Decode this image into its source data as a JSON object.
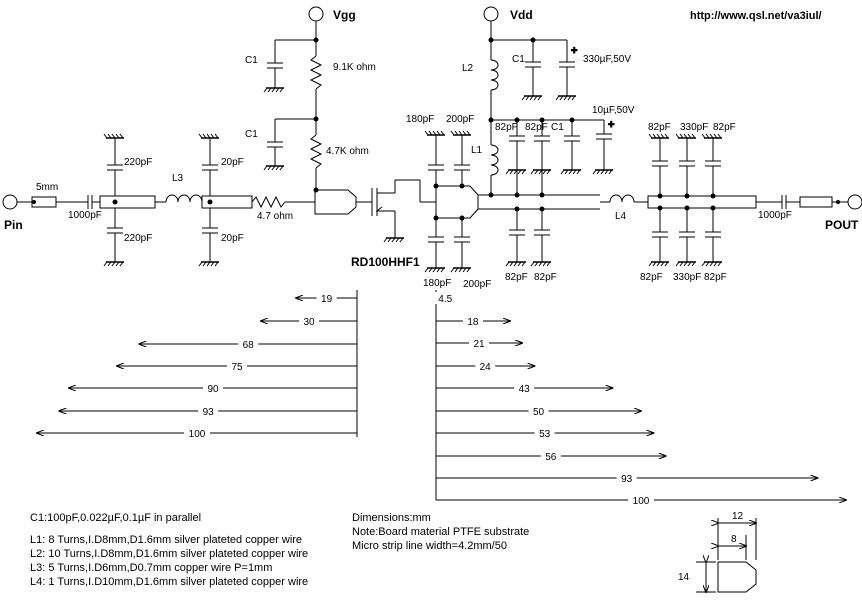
{
  "header": {
    "url": "http://www.qsl.net/va3iul/"
  },
  "nodes": {
    "vgg": "Vgg",
    "vdd": "Vdd",
    "pin": "Pin",
    "pout": "POUT"
  },
  "components": {
    "c1_gate_top": "C1",
    "r_9k1": "9.1K ohm",
    "c1_gate_bot": "C1",
    "r_4k7": "4.7K ohm",
    "len_5mm": "5mm",
    "c_in_1000": "1000pF",
    "c_in_220_top": "220pF",
    "c_in_220_bot": "220pF",
    "l3": "L3",
    "c_20_top": "20pF",
    "c_20_bot": "20pF",
    "r_4_7": "4.7 ohm",
    "transistor": "RD100HHF1",
    "c_180_top": "180pF",
    "c_200_top": "200pF",
    "c_180_bot": "180pF",
    "c_200_bot": "200pF",
    "l2": "L2",
    "c1_drain": "C1",
    "c_330u": "330µF,50V",
    "c_10u": "10µF,50V",
    "l1": "L1",
    "c_82_a": "82pF",
    "c_82_b": "82pF",
    "c1_drain2": "C1",
    "c_82_bot_a": "82pF",
    "c_82_bot_b": "82pF",
    "l4": "L4",
    "c_out_82_t1": "82pF",
    "c_out_330_t": "330pF",
    "c_out_82_t2": "82pF",
    "c_out_82_b1": "82pF",
    "c_out_330_b": "330pF",
    "c_out_82_b2": "82pF",
    "c_out_1000": "1000pF"
  },
  "dimensions_left": [
    "19",
    "30",
    "68",
    "75",
    "90",
    "93",
    "100"
  ],
  "dimensions_right": [
    "4.5",
    "18",
    "21",
    "24",
    "43",
    "50",
    "53",
    "56",
    "93",
    "100"
  ],
  "notes_left": [
    "C1:100pF,0.022µF,0.1µF in parallel",
    "L1: 8 Turns,I.D8mm,D1.6mm silver plateted copper wire",
    "L2: 10 Turns,I.D8mm,D1.6mm silver plateted copper wire",
    "L3: 5 Turns,I.D6mm,D0.7mm copper wire P=1mm",
    "L4: 1 Turns,I.D10mm,D1.6mm silver plateted copper wire"
  ],
  "notes_right": [
    "Dimensions:mm",
    "Note:Board material PTFE substrate",
    "Micro strip line width=4.2mm/50"
  ],
  "pad_dims": {
    "w12": "12",
    "w8": "8",
    "h14": "14"
  }
}
